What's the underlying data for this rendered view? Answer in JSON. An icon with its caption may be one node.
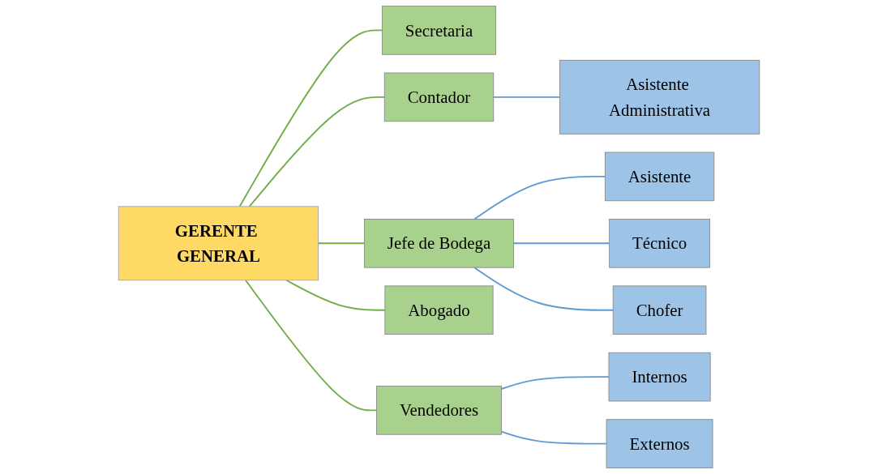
{
  "diagram": {
    "nodes": [
      {
        "text": [
          "GERENTE GENERAL"
        ]
      },
      {
        "text": [
          "Secretaria"
        ]
      },
      {
        "text": [
          "Contador"
        ]
      },
      {
        "text": [
          "Jefe de Bodega"
        ]
      },
      {
        "text": [
          "Abogado"
        ]
      },
      {
        "text": [
          "Vendedores"
        ]
      },
      {
        "text": [
          "Asistente Administrativa"
        ]
      },
      {
        "text": [
          "Asistente"
        ]
      },
      {
        "text": [
          "Técnico"
        ]
      },
      {
        "text": [
          "Chofer"
        ]
      },
      {
        "text": [
          "Internos"
        ]
      },
      {
        "text": [
          "Externos"
        ]
      }
    ],
    "edges": [
      {
        "from": 0,
        "to": 1,
        "arrow": "none",
        "color": "#70ad47"
      },
      {
        "from": 0,
        "to": 2,
        "arrow": "none",
        "color": "#70ad47"
      },
      {
        "from": 0,
        "to": 3,
        "arrow": "none",
        "color": "#70ad47"
      },
      {
        "from": 0,
        "to": 4,
        "arrow": "none",
        "color": "#70ad47"
      },
      {
        "from": 0,
        "to": 5,
        "arrow": "none",
        "color": "#70ad47"
      },
      {
        "from": 2,
        "to": 6,
        "arrow": "none"
      },
      {
        "from": 3,
        "to": 7,
        "arrow": "none"
      },
      {
        "from": 3,
        "to": 8,
        "arrow": "none"
      },
      {
        "from": 3,
        "to": 9,
        "arrow": "none"
      },
      {
        "from": 5,
        "to": 10,
        "arrow": "none"
      },
      {
        "from": 5,
        "to": 11,
        "arrow": "none"
      }
    ]
  }
}
